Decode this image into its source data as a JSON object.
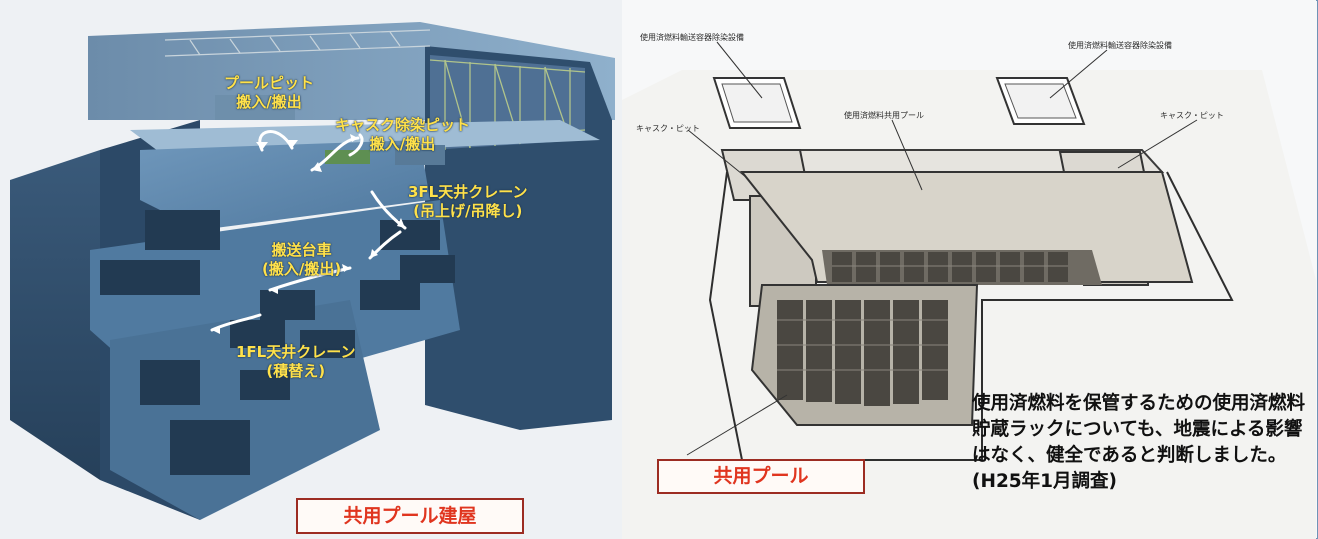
{
  "left": {
    "labels": {
      "pool_pit": "プールピット\n搬入/搬出",
      "cask_pit": "キャスク除染ピット\n搬入/搬出",
      "crane_3f": "3FL天井クレーン\n(吊上げ/吊降し)",
      "transport_cart": "搬送台車\n(搬入/搬出)",
      "crane_1f": "1FL天井クレーン\n(積替え)"
    },
    "caption": "共用プール建屋"
  },
  "right": {
    "labels": {
      "decon_left": "使用済燃料輸送容器除染設備",
      "decon_right": "使用済燃料輸送容器除染設備",
      "cask_pit_left": "キャスク・ピット",
      "pool": "使用済燃料共用プール",
      "cask_pit_right": "キャスク・ピット"
    },
    "caption": "共用プール",
    "note": "使用済燃料を保管するための使用済燃料貯蔵ラックについても、地震による影響はなく、健全であると判断しました。(H25年1月調査)"
  },
  "colors": {
    "building": "#3d5f80",
    "label_text": "#ffe14a",
    "caption_text": "#e0351f",
    "caption_border": "#9c2c22"
  }
}
